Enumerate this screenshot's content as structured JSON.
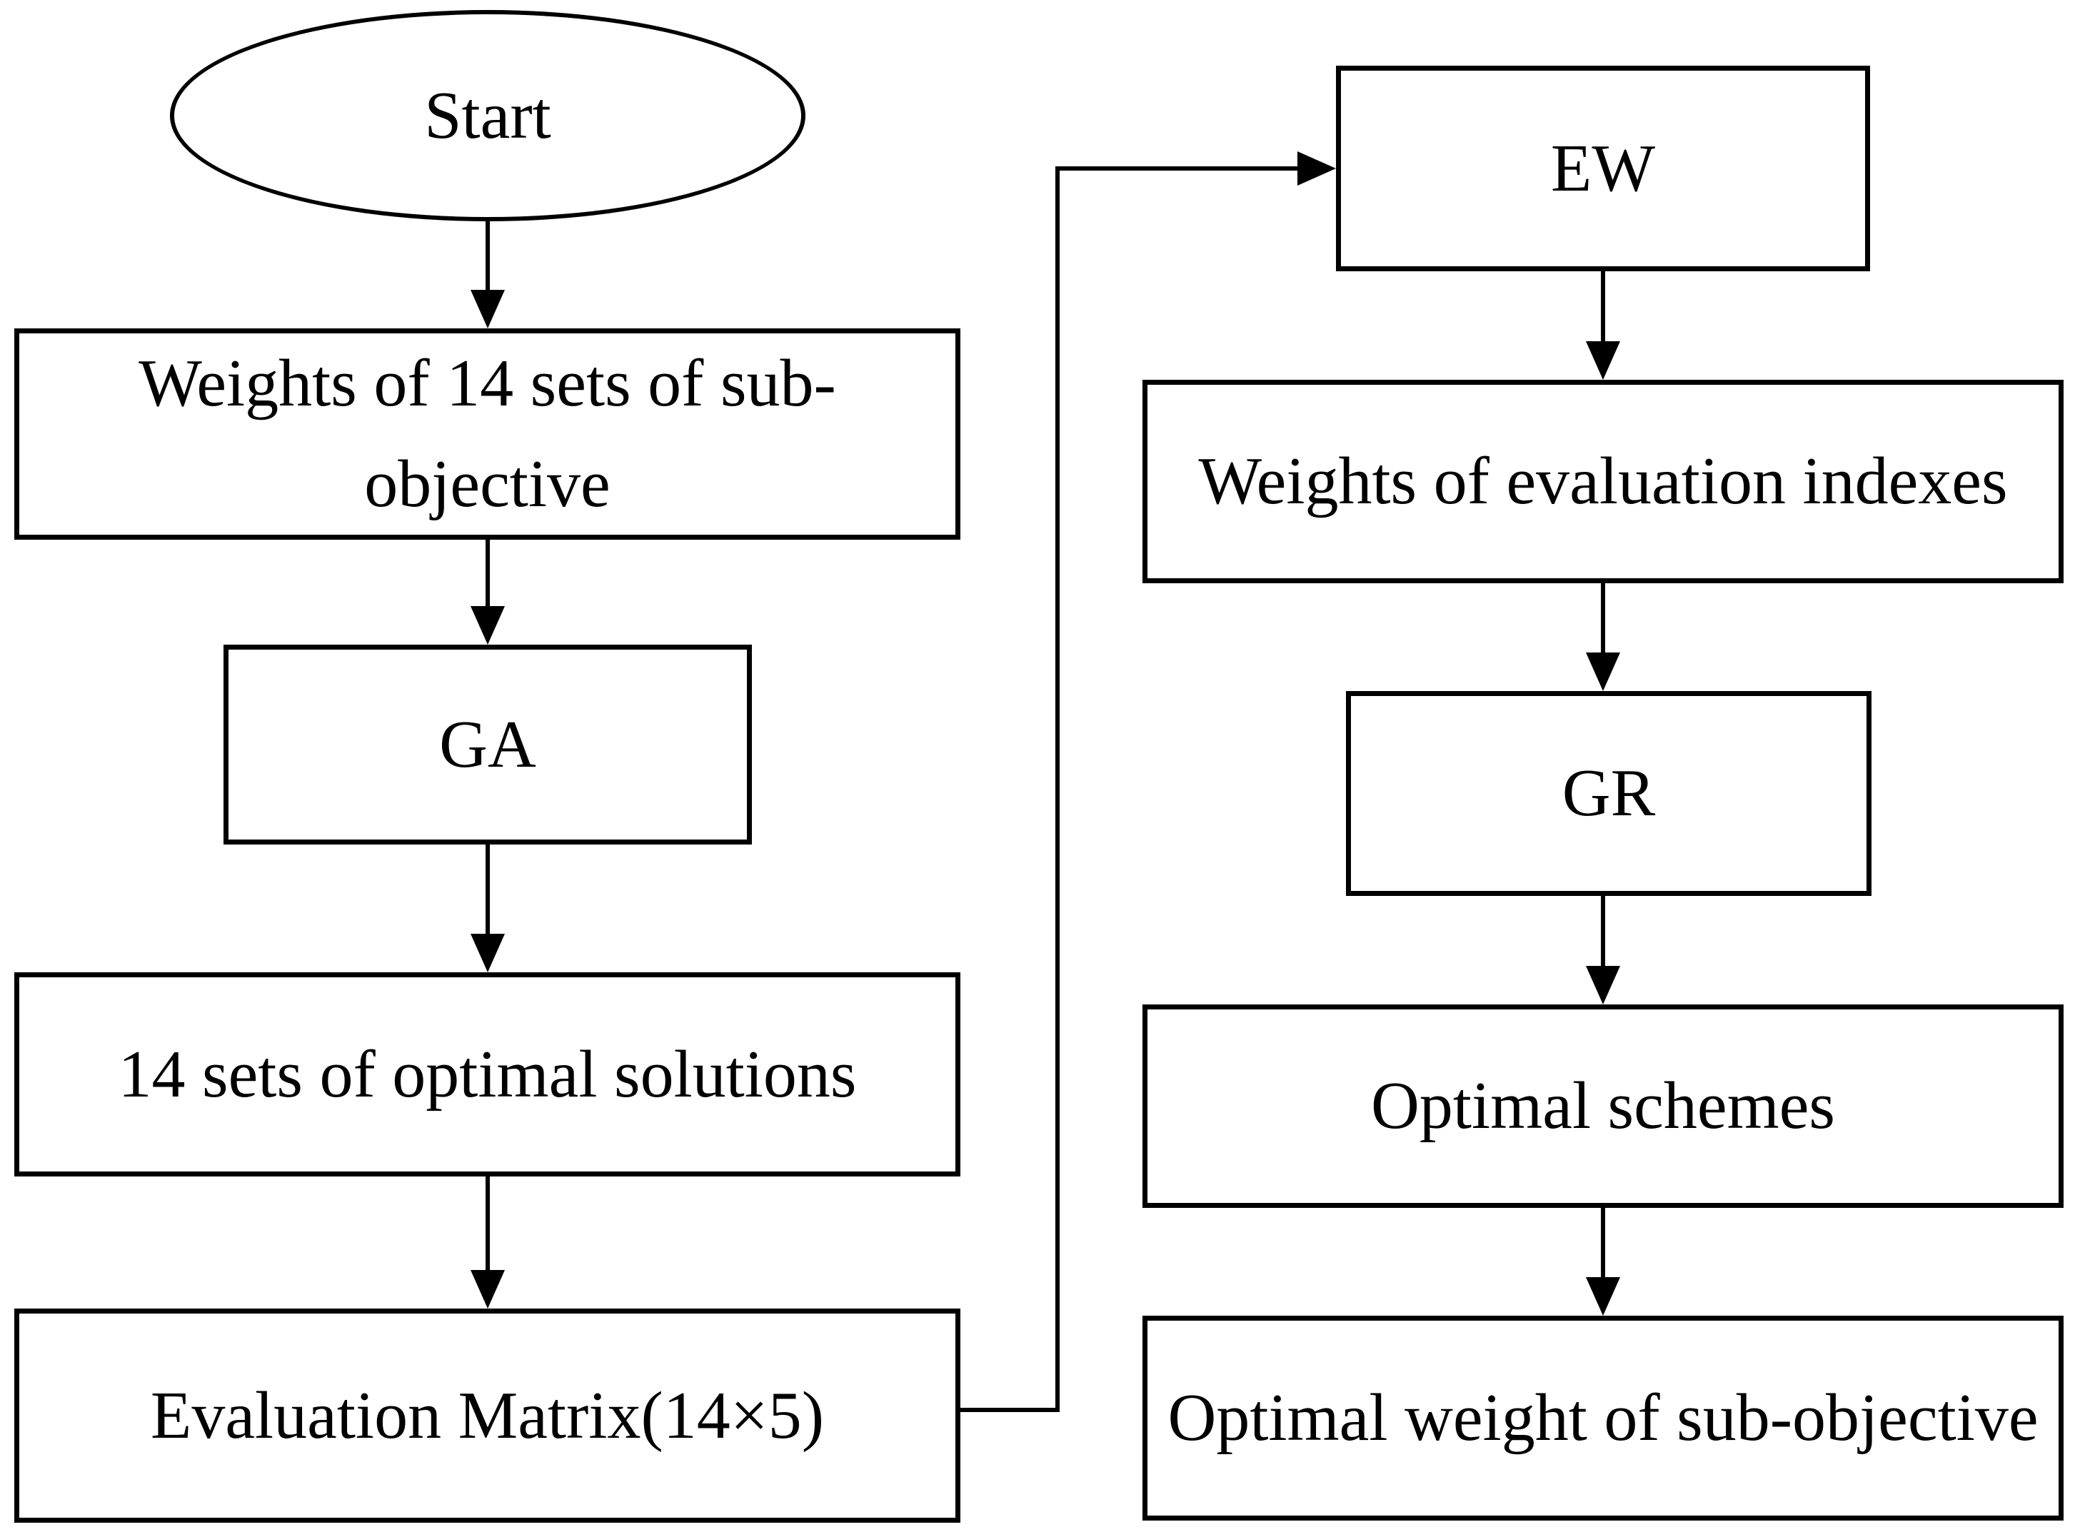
{
  "figure": {
    "type": "flowchart",
    "colors": {
      "stroke": "#000000",
      "background": "#ffffff",
      "text": "#000000"
    },
    "nodes": {
      "start": {
        "label": "Start",
        "shape": "ellipse"
      },
      "weights_14_sets": {
        "label": "Weights of 14 sets of sub-objective",
        "shape": "rect"
      },
      "ga": {
        "label": "GA",
        "shape": "rect"
      },
      "optimal_solutions": {
        "label": "14 sets of optimal solutions",
        "shape": "rect"
      },
      "evaluation_matrix": {
        "label": "Evaluation Matrix(14×5)",
        "shape": "rect"
      },
      "ew": {
        "label": "EW",
        "shape": "rect"
      },
      "weights_eval_indexes": {
        "label": "Weights of evaluation indexes",
        "shape": "rect"
      },
      "gr": {
        "label": "GR",
        "shape": "rect"
      },
      "optimal_schemes": {
        "label": "Optimal schemes",
        "shape": "rect"
      },
      "optimal_weight": {
        "label": "Optimal weight of sub-objective",
        "shape": "rect"
      }
    },
    "edges": [
      {
        "from": "start",
        "to": "weights_14_sets"
      },
      {
        "from": "weights_14_sets",
        "to": "ga"
      },
      {
        "from": "ga",
        "to": "optimal_solutions"
      },
      {
        "from": "optimal_solutions",
        "to": "evaluation_matrix"
      },
      {
        "from": "evaluation_matrix",
        "to": "ew"
      },
      {
        "from": "ew",
        "to": "weights_eval_indexes"
      },
      {
        "from": "weights_eval_indexes",
        "to": "gr"
      },
      {
        "from": "gr",
        "to": "optimal_schemes"
      },
      {
        "from": "optimal_schemes",
        "to": "optimal_weight"
      }
    ]
  }
}
